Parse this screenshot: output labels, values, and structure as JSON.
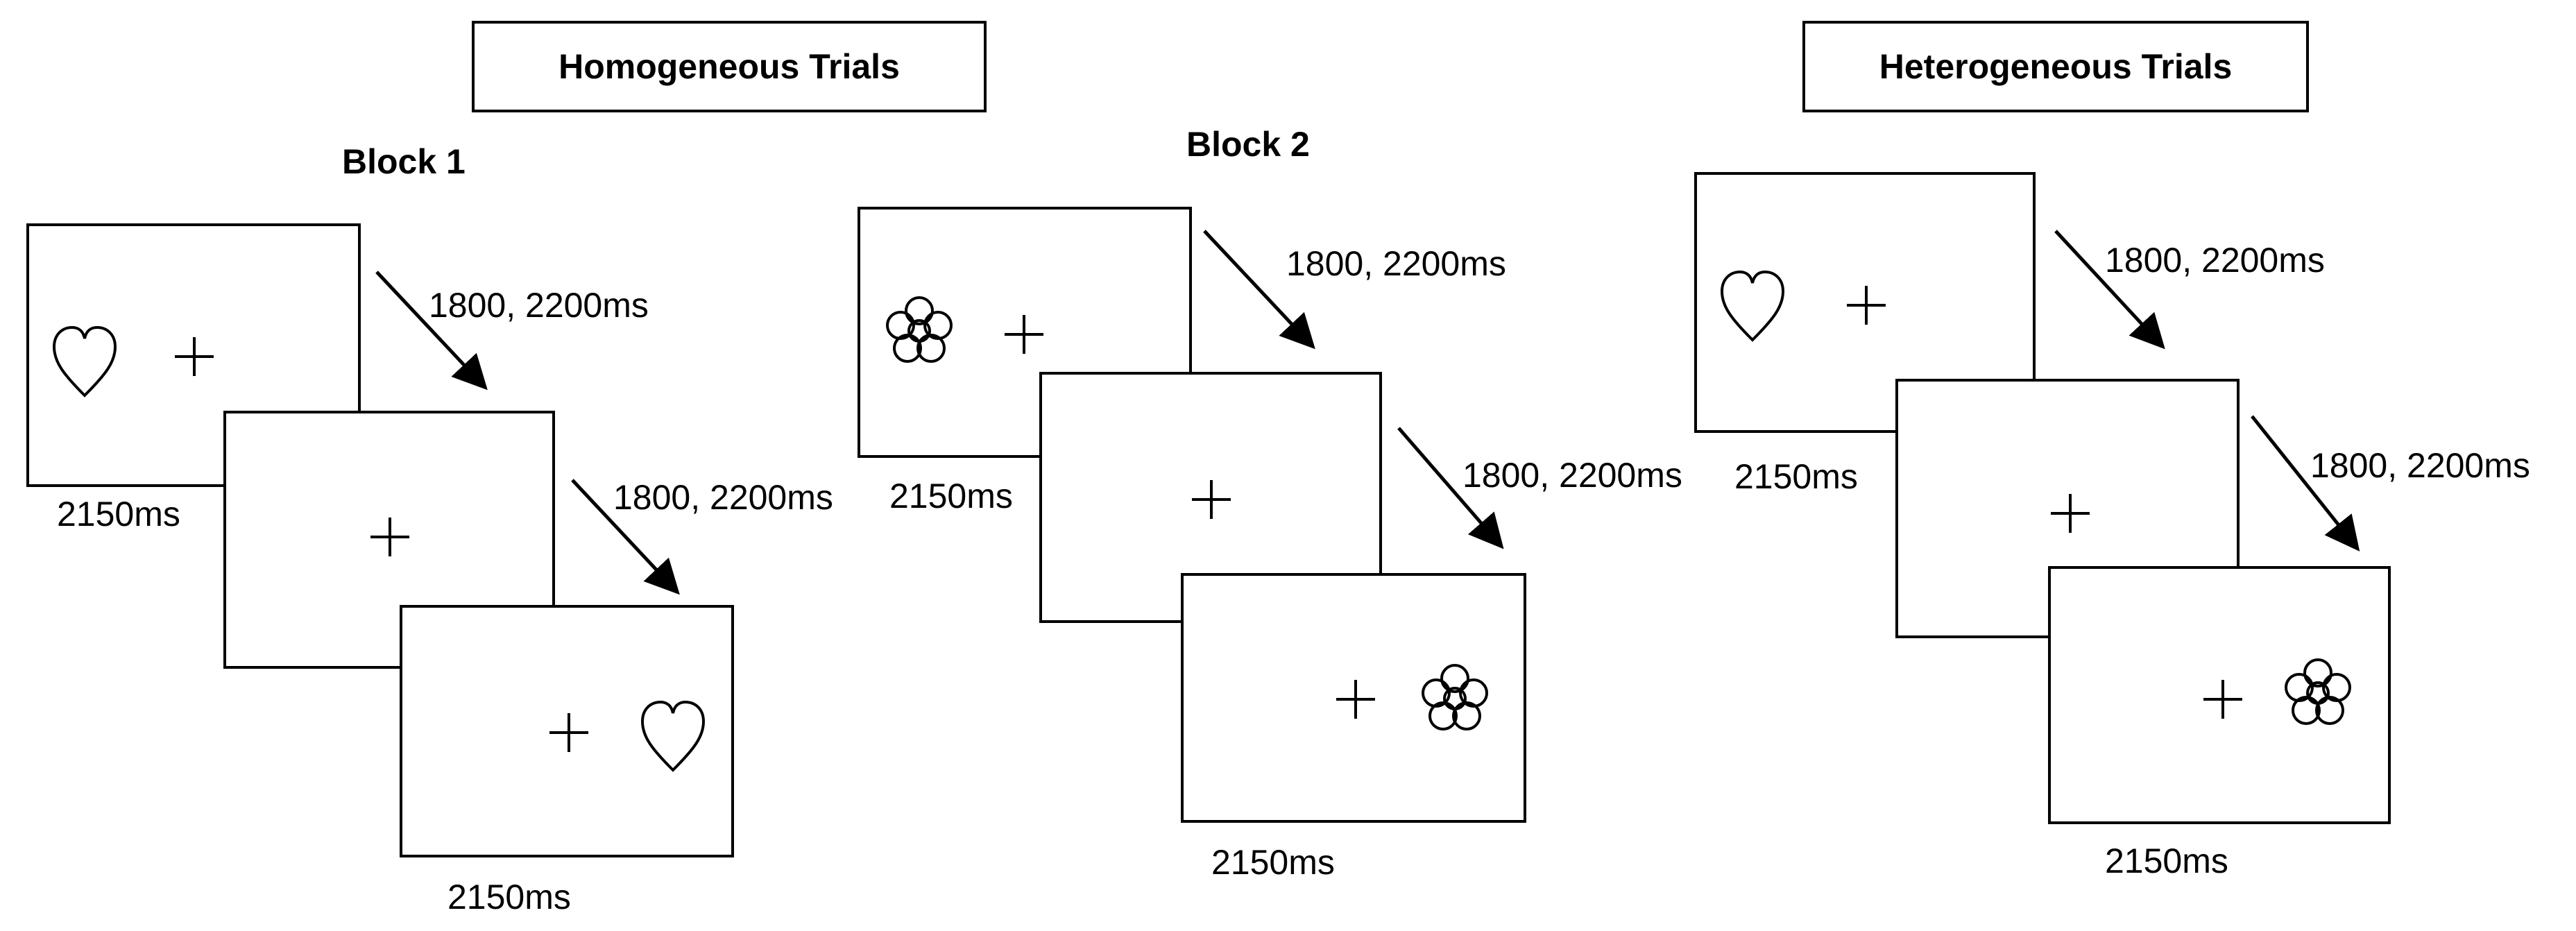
{
  "headers": {
    "homogeneous": "Homogeneous Trials",
    "heterogeneous": "Heterogeneous Trials"
  },
  "blocks": {
    "block1": "Block 1",
    "block2": "Block 2"
  },
  "labels": {
    "duration_stimulus": "2150ms",
    "duration_isi": "1800, 2200ms"
  },
  "icons": [
    "heart-icon",
    "flower-icon",
    "fixation-cross-icon",
    "arrow-icon"
  ]
}
